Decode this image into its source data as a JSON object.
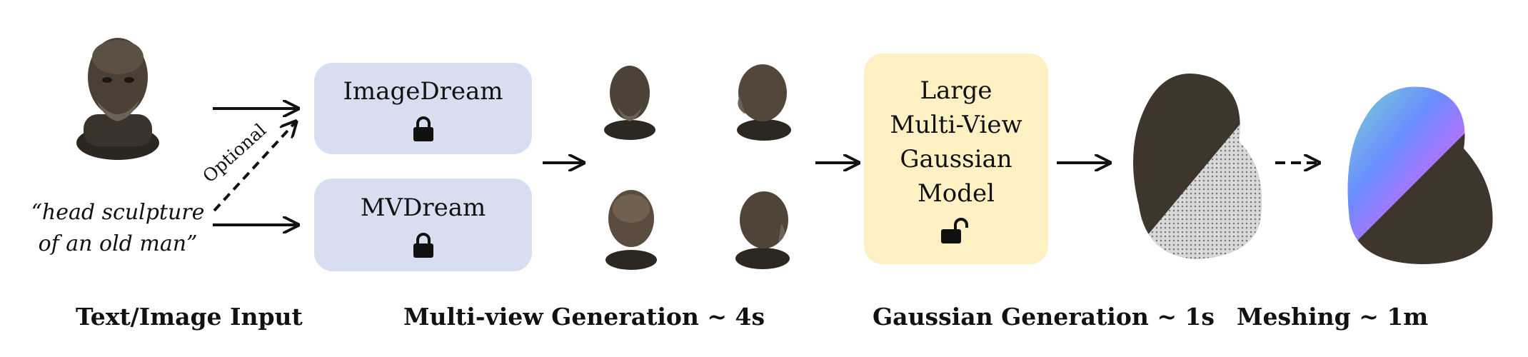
{
  "input": {
    "prompt_line1": "“head sculpture",
    "prompt_line2": "of an old man”",
    "optional_label": "Optional"
  },
  "models": {
    "imagedream": "ImageDream",
    "mvdream": "MVDream",
    "lgm_lines": [
      "Large",
      "Multi-View",
      "Gaussian",
      "Model"
    ]
  },
  "icons": {
    "imagedream_lock": "lock-closed",
    "mvdream_lock": "lock-closed",
    "lgm_lock": "lock-open"
  },
  "captions": {
    "input": "Text/Image Input",
    "multiview": "Multi-view Generation ~ 4s",
    "gaussian": "Gaussian Generation ~ 1s",
    "meshing": "Meshing ~ 1m"
  },
  "colors": {
    "frozen_box": "#d6deef",
    "trainable_box": "#fdf0c3"
  }
}
